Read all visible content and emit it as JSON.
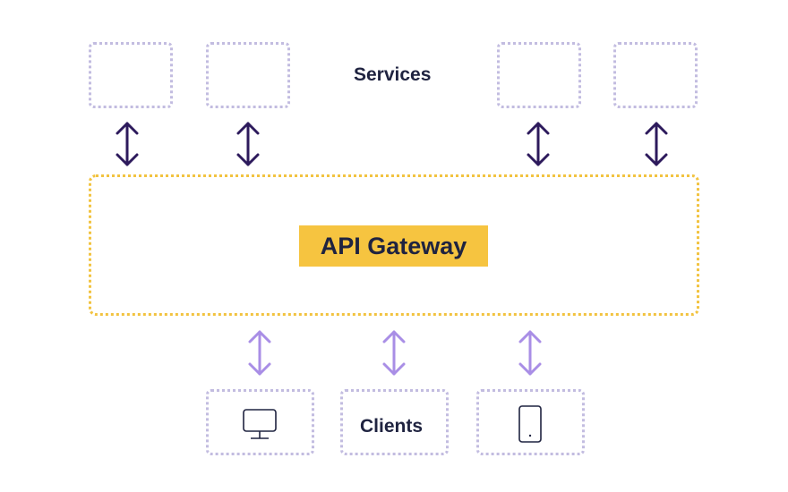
{
  "services": {
    "label": "Services",
    "boxes": [
      "service-1",
      "service-2",
      "service-3",
      "service-4"
    ]
  },
  "gateway": {
    "label": "API Gateway"
  },
  "clients": {
    "label": "Clients",
    "icons": [
      "monitor-icon",
      "mobile-phone-icon"
    ]
  },
  "colors": {
    "service_arrow": "#2d1a5c",
    "client_arrow": "#a98ee6",
    "service_border": "#c2bce0",
    "gateway_border": "#f2c340",
    "gateway_fill": "#f6c440",
    "text": "#1f2340"
  }
}
